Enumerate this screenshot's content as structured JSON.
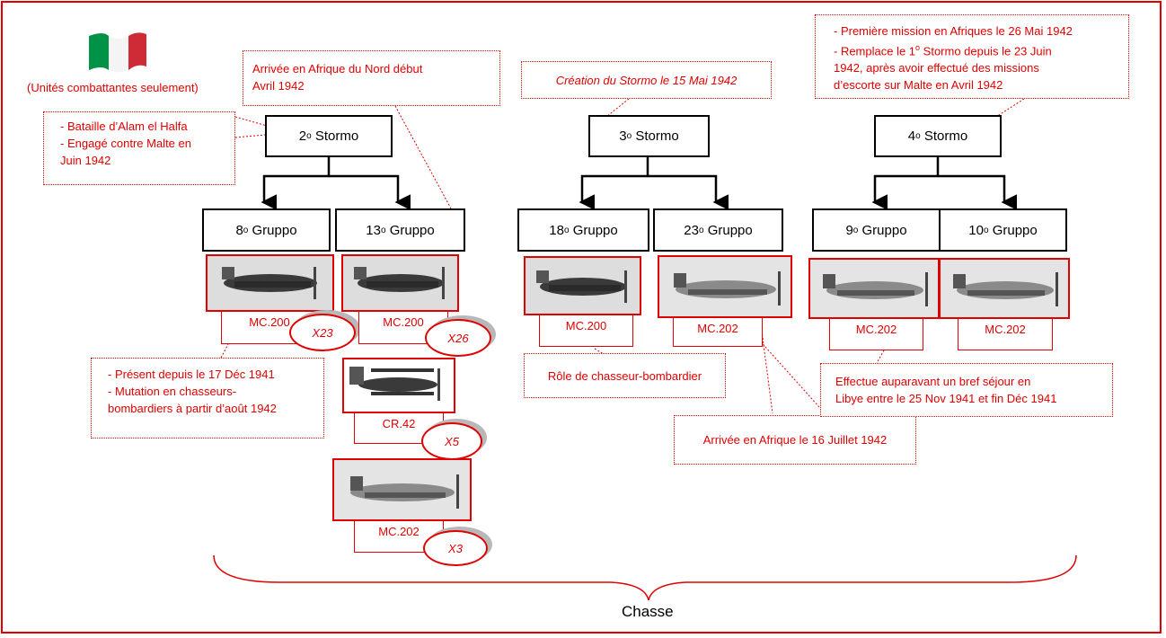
{
  "legend": "(Unités combattantes seulement)",
  "stormi": {
    "s2": {
      "num": "2",
      "suffix": "Stormo"
    },
    "s3": {
      "num": "3",
      "suffix": "Stormo"
    },
    "s4": {
      "num": "4",
      "suffix": "Stormo"
    }
  },
  "gruppi": {
    "g8": {
      "num": "8",
      "suffix": "Gruppo"
    },
    "g13": {
      "num": "13",
      "suffix": "Gruppo"
    },
    "g18": {
      "num": "18",
      "suffix": "Gruppo"
    },
    "g23": {
      "num": "23",
      "suffix": "Gruppo"
    },
    "g9": {
      "num": "9",
      "suffix": "Gruppo"
    },
    "g10": {
      "num": "10",
      "suffix": "Gruppo"
    }
  },
  "aircraft": {
    "a8": {
      "label": "MC.200",
      "count": "X23"
    },
    "a13a": {
      "label": "MC.200",
      "count": "X26"
    },
    "a13b": {
      "label": "CR.42",
      "count": "X5"
    },
    "a13c": {
      "label": "MC.202",
      "count": "X3"
    },
    "a18": {
      "label": "MC.200"
    },
    "a23": {
      "label": "MC.202"
    },
    "a9": {
      "label": "MC.202"
    },
    "a10": {
      "label": "MC.202"
    }
  },
  "notes": {
    "s2_line1": "- Bataille d’Alam el Halfa",
    "s2_line2": "- Engagé contre Malte en",
    "s2_line3": "Juin 1942",
    "g13_line1": "Arrivée en Afrique du Nord début",
    "g13_line2": "Avril 1942",
    "s3": "Création du Stormo le 15 Mai 1942",
    "s4_line1": "- Première mission en Afriques le 26 Mai 1942",
    "s4_line2_pre": "- Remplace le 1",
    "s4_line2_sup": "o",
    "s4_line2_post": " Stormo depuis le 23 Juin",
    "s4_line3": "1942, après avoir effectué des missions",
    "s4_line4": "d’escorte sur Malte en Avril 1942",
    "g8_line1": "- Présent depuis le 17 Déc 1941",
    "g8_line2": "- Mutation en chasseurs-",
    "g8_line3": "bombardiers à partir d’août 1942",
    "g18": "Rôle de chasseur-bombardier",
    "g23": "Arrivée en Afrique le 16 Juillet 1942",
    "g9_line1": "Effectue auparavant un bref séjour en",
    "g9_line2": "Libye entre le 25 Nov 1941 et fin Déc 1941"
  },
  "footer": "Chasse",
  "colors": {
    "accent": "#e00000",
    "flag_green": "#009246",
    "flag_red": "#ce2b37"
  }
}
